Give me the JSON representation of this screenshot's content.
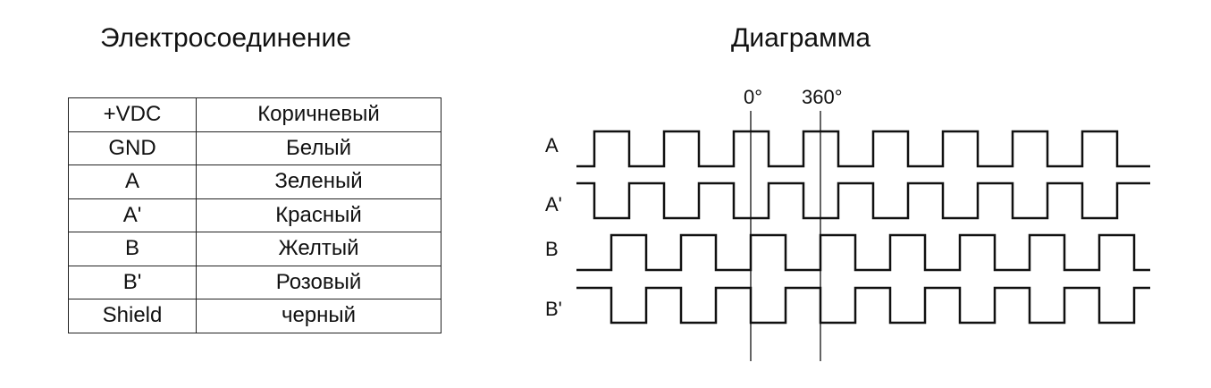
{
  "titles": {
    "connection": "Электросоединение",
    "diagram": "Диаграмма"
  },
  "wiring": [
    {
      "signal": "+VDC",
      "color": "Коричневый"
    },
    {
      "signal": "GND",
      "color": "Белый"
    },
    {
      "signal": "A",
      "color": "Зеленый"
    },
    {
      "signal": "A'",
      "color": "Красный"
    },
    {
      "signal": "B",
      "color": "Желтый"
    },
    {
      "signal": "B'",
      "color": "Розовый"
    },
    {
      "signal": "Shield",
      "color": "черный"
    }
  ],
  "markers": [
    {
      "label": "0°"
    },
    {
      "label": "360°"
    }
  ],
  "channels": [
    {
      "label": "A"
    },
    {
      "label": "A'"
    },
    {
      "label": "B"
    },
    {
      "label": "B'"
    }
  ]
}
